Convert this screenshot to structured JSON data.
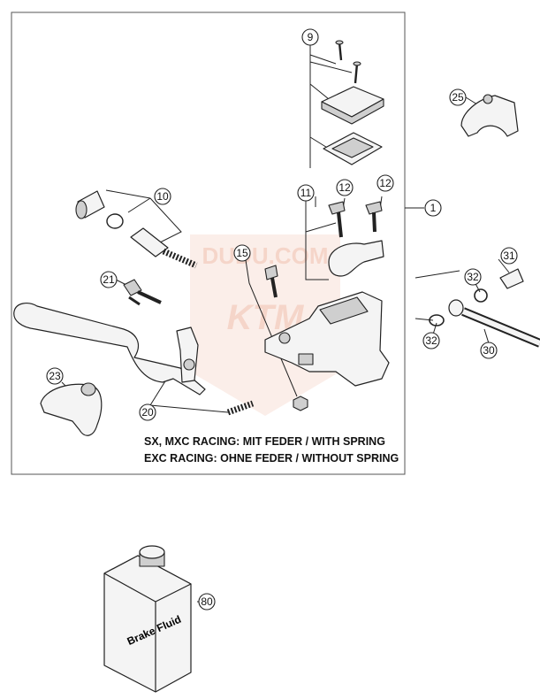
{
  "watermark": {
    "text": "DUDU.COM",
    "brand": "KTM"
  },
  "callouts": {
    "c1": "1",
    "c9": "9",
    "c10": "10",
    "c11": "11",
    "c12a": "12",
    "c12b": "12",
    "c15": "15",
    "c20": "20",
    "c21": "21",
    "c23": "23",
    "c25": "25",
    "c30": "30",
    "c31": "31",
    "c32a": "32",
    "c32b": "32",
    "c80": "80"
  },
  "notes": {
    "line1": "SX, MXC RACING: MIT FEDER / WITH SPRING",
    "line2": "EXC RACING: OHNE FEDER / WITHOUT SPRING"
  },
  "bottle": {
    "label": "Brake Fluid"
  },
  "colors": {
    "line": "#222222",
    "watermark": "#d9562b"
  }
}
